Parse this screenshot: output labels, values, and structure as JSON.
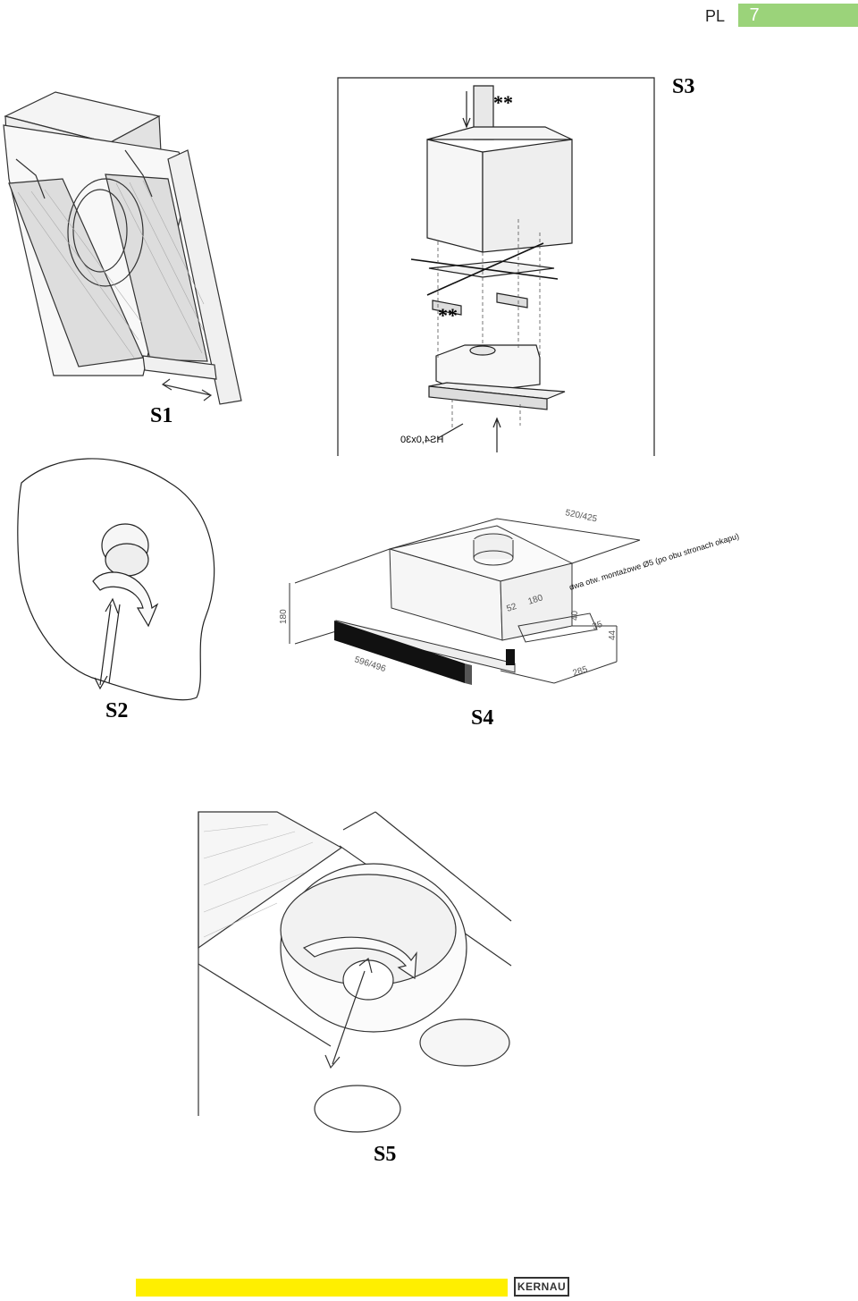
{
  "header": {
    "language": "PL",
    "page_number": "7"
  },
  "figures": {
    "s1": {
      "label": "S1"
    },
    "s2": {
      "label": "S2"
    },
    "s3": {
      "label": "S3",
      "mark_top": "**",
      "mark_side": "**",
      "screw_note": "HS4,0x30"
    },
    "s4": {
      "label": "S4",
      "dims": {
        "depth": "520/425",
        "note": "dwa  otw. montażowe Ø5 (po obu stronach okapu)",
        "height": "180",
        "hole_offset": "52",
        "hole_spacing": "180",
        "d40": "40",
        "d35": "35",
        "d44": "44",
        "width": "596/496",
        "d285": "285"
      }
    },
    "s5": {
      "label": "S5"
    }
  },
  "footer": {
    "brand": "KERNAU",
    "accent_color": "#ffef00",
    "page_accent": "#9bd37a"
  }
}
